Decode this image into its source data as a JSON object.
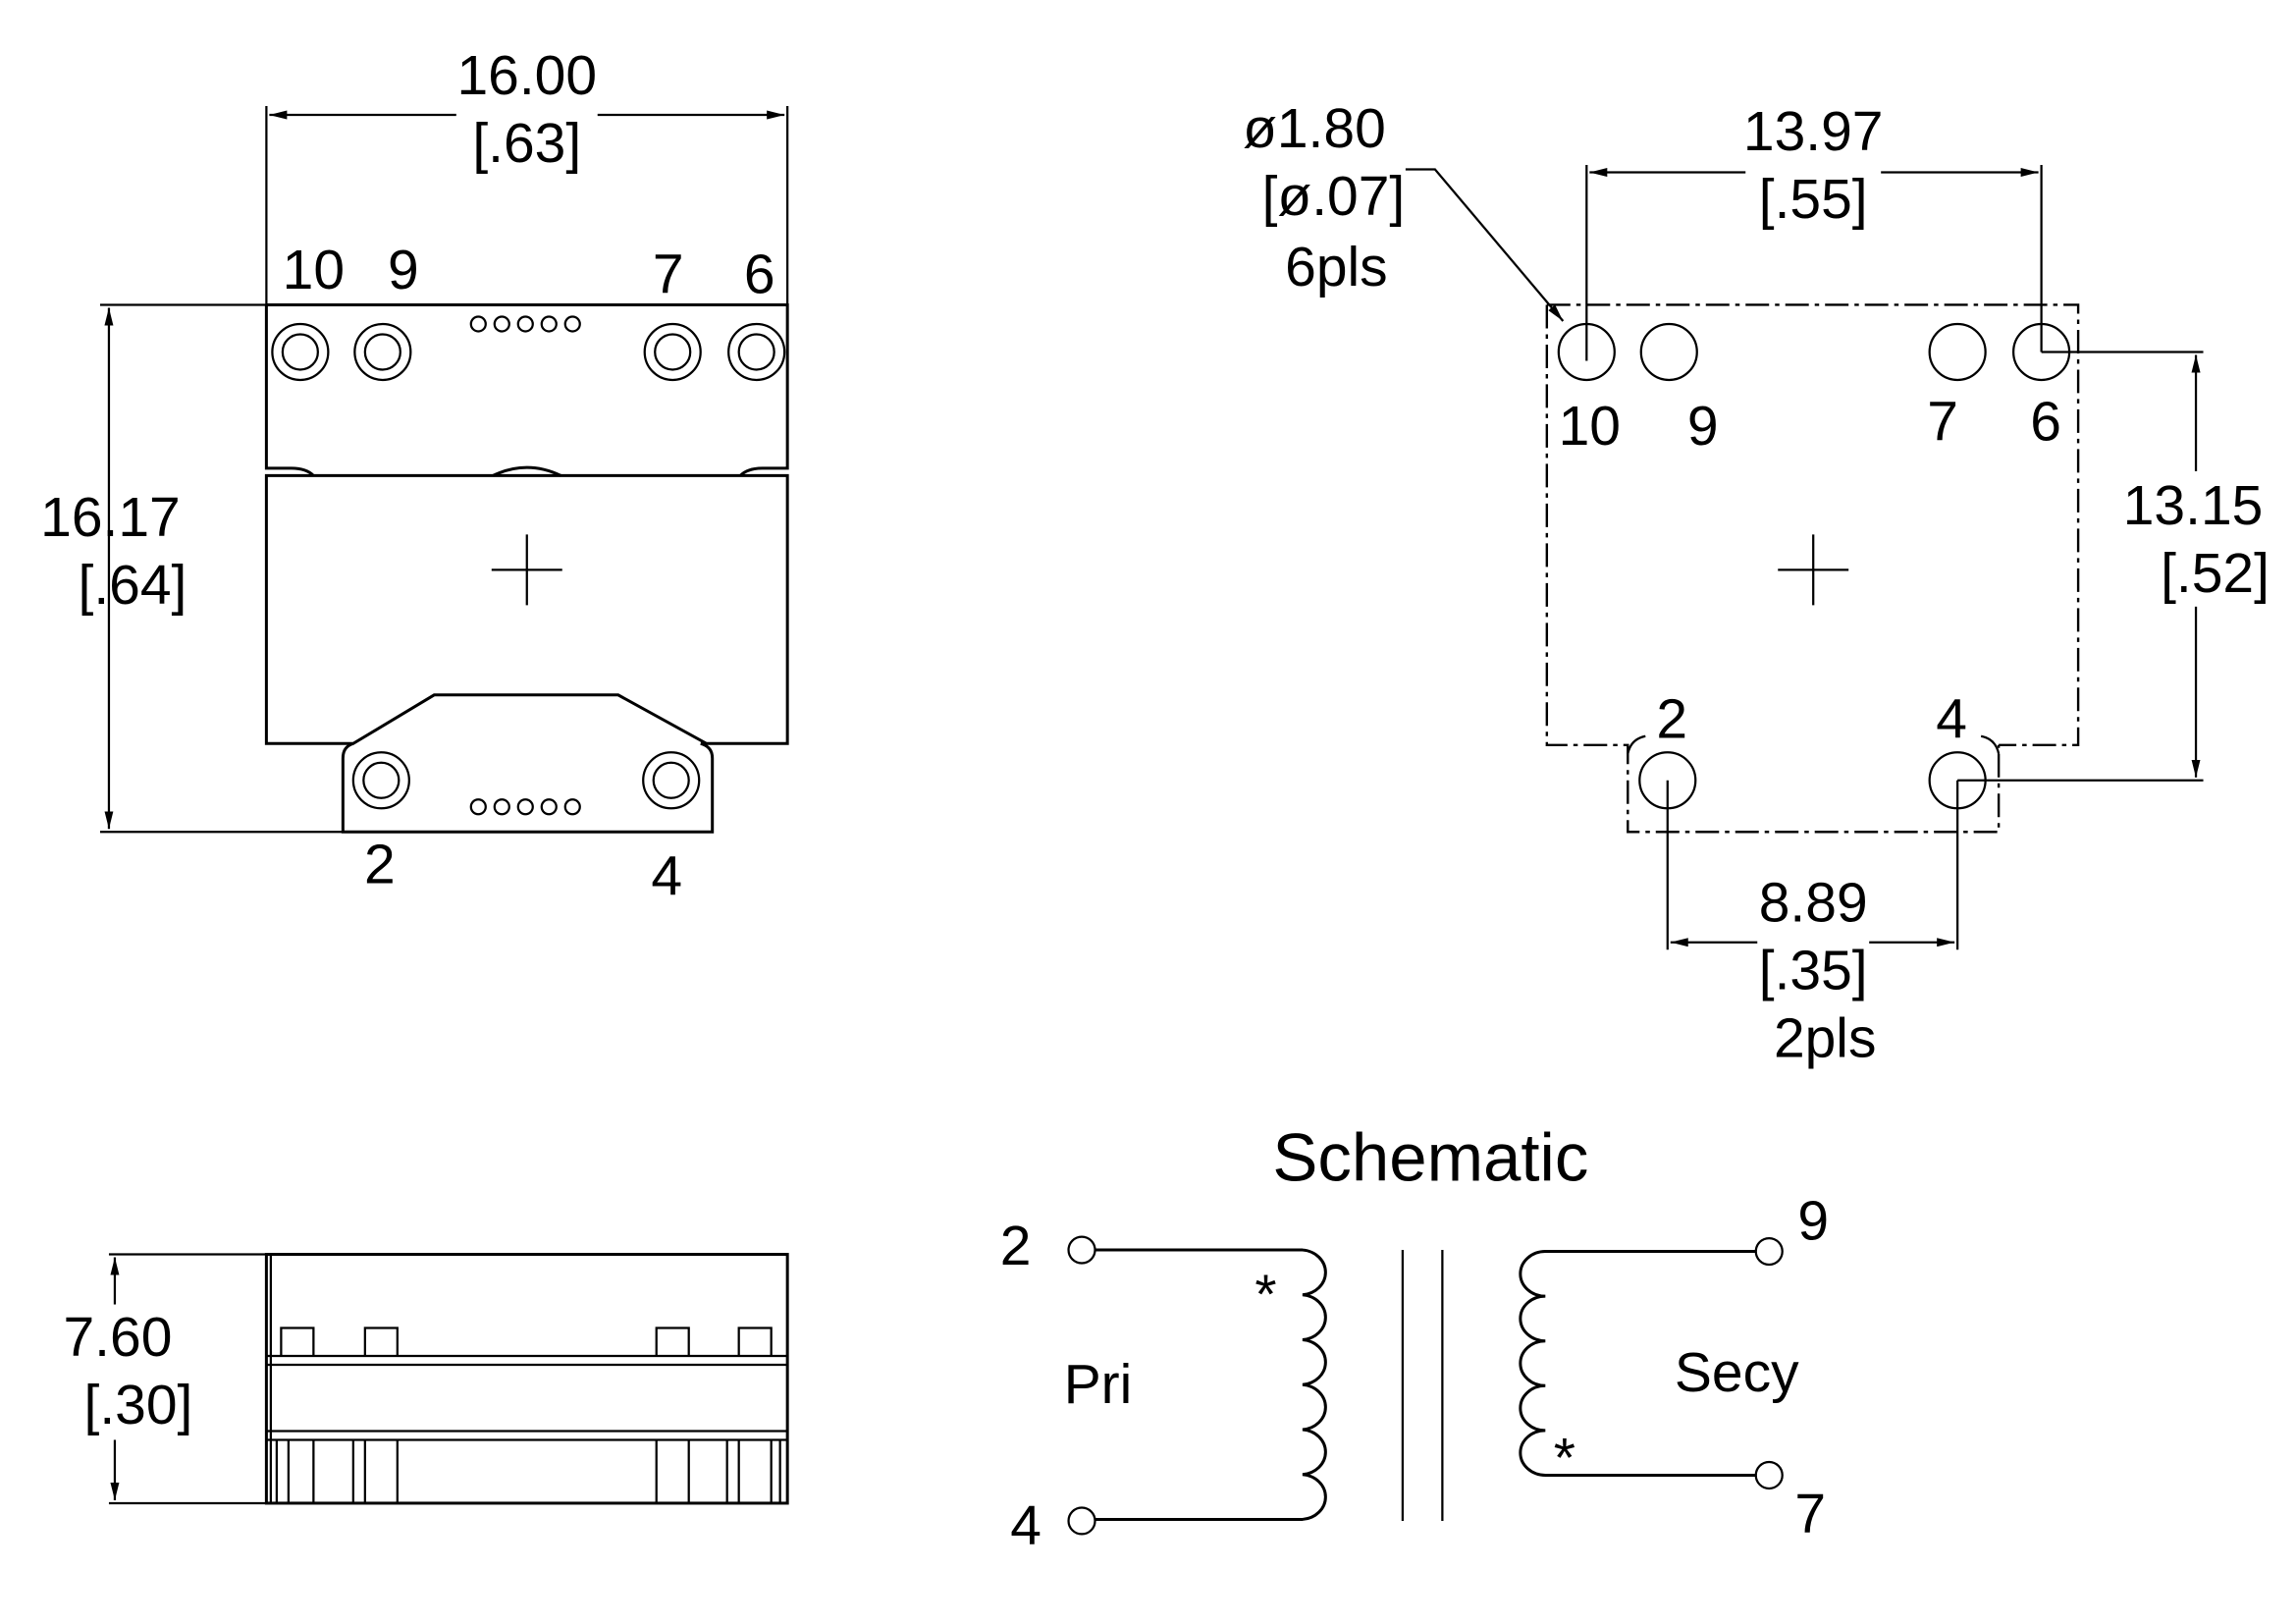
{
  "top_view": {
    "width_mm": "16.00",
    "width_in": "[.63]",
    "height_mm": "16.17",
    "height_in": "[.64]",
    "pins_top": [
      "10",
      "9",
      "7",
      "6"
    ],
    "pins_bottom": [
      "2",
      "4"
    ]
  },
  "footprint": {
    "hole_dia_mm": "ø1.80",
    "hole_dia_in": "[ø.07]",
    "hole_count": "6pls",
    "span_x_mm": "13.97",
    "span_x_in": "[.55]",
    "span_y_mm": "13.15",
    "span_y_in": "[.52]",
    "bottom_span_mm": "8.89",
    "bottom_span_in": "[.35]",
    "bottom_count": "2pls",
    "pins_top": [
      "10",
      "9",
      "7",
      "6"
    ],
    "pins_bottom": [
      "2",
      "4"
    ]
  },
  "side_view": {
    "height_mm": "7.60",
    "height_in": "[.30]"
  },
  "schematic": {
    "title": "Schematic",
    "primary_label": "Pri",
    "secondary_label": "Secy",
    "pri_pins": [
      "2",
      "4"
    ],
    "sec_pins": [
      "9",
      "7"
    ],
    "dot_mark": "*"
  }
}
